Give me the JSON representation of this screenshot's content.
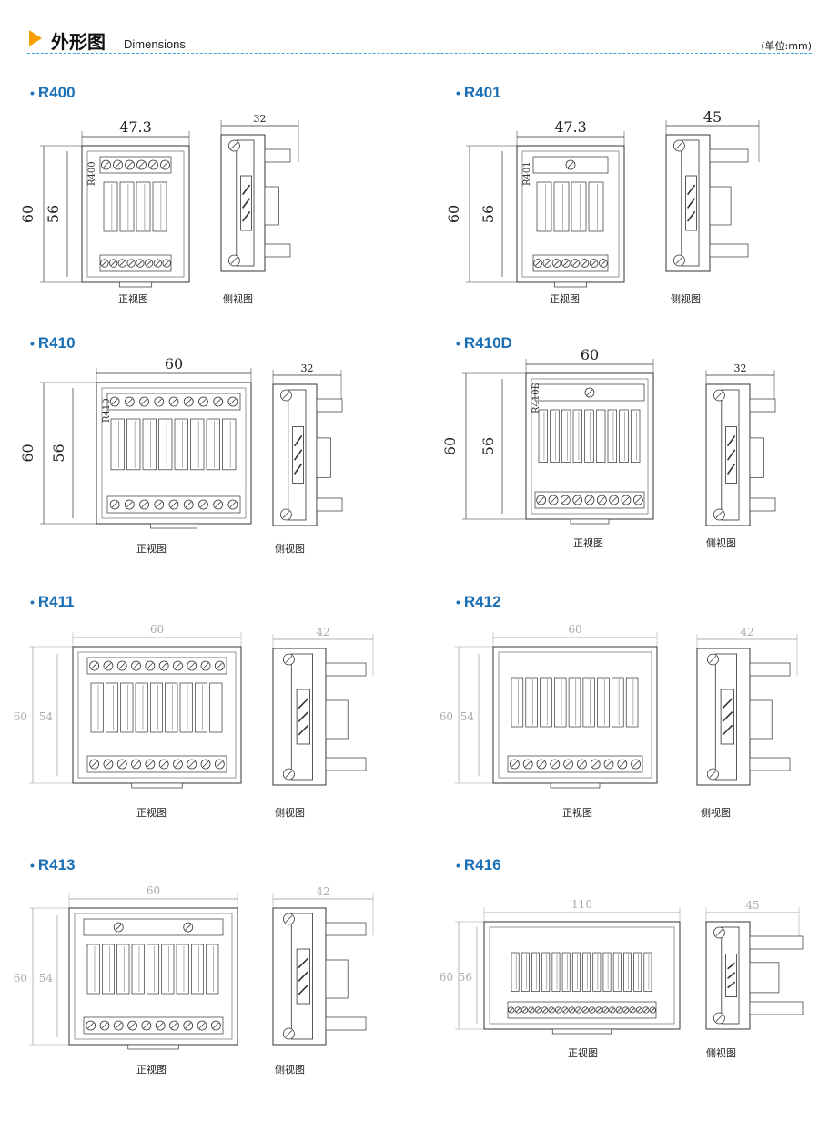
{
  "header": {
    "title_cn": "外形图",
    "title_en": "Dimensions",
    "unit": "(单位:mm)",
    "accent_color": "#f5a000",
    "model_color": "#1a6fb5"
  },
  "captions": {
    "front": "正视图",
    "side": "侧视图"
  },
  "models": [
    {
      "name": "R400",
      "front_width": "47.3",
      "height_outer": "60",
      "height_inner": "56",
      "side_width": "32",
      "front_label": "R400"
    },
    {
      "name": "R401",
      "front_width": "47.3",
      "height_outer": "60",
      "height_inner": "56",
      "side_width": "45",
      "front_label": "R401"
    },
    {
      "name": "R410",
      "front_width": "60",
      "height_outer": "60",
      "height_inner": "56",
      "side_width": "32",
      "front_label": "R410"
    },
    {
      "name": "R410D",
      "front_width": "60",
      "height_outer": "60",
      "height_inner": "56",
      "side_width": "32",
      "front_label": "R410D"
    },
    {
      "name": "R411",
      "front_width": "60",
      "height_outer": "60",
      "height_inner": "54",
      "side_width": "42",
      "front_label": ""
    },
    {
      "name": "R412",
      "front_width": "60",
      "height_outer": "60",
      "height_inner": "54",
      "side_width": "42",
      "front_label": ""
    },
    {
      "name": "R413",
      "front_width": "60",
      "height_outer": "60",
      "height_inner": "54",
      "side_width": "42",
      "front_label": ""
    },
    {
      "name": "R416",
      "front_width": "110",
      "height_outer": "60",
      "height_inner": "56",
      "side_width": "45",
      "front_label": ""
    }
  ]
}
